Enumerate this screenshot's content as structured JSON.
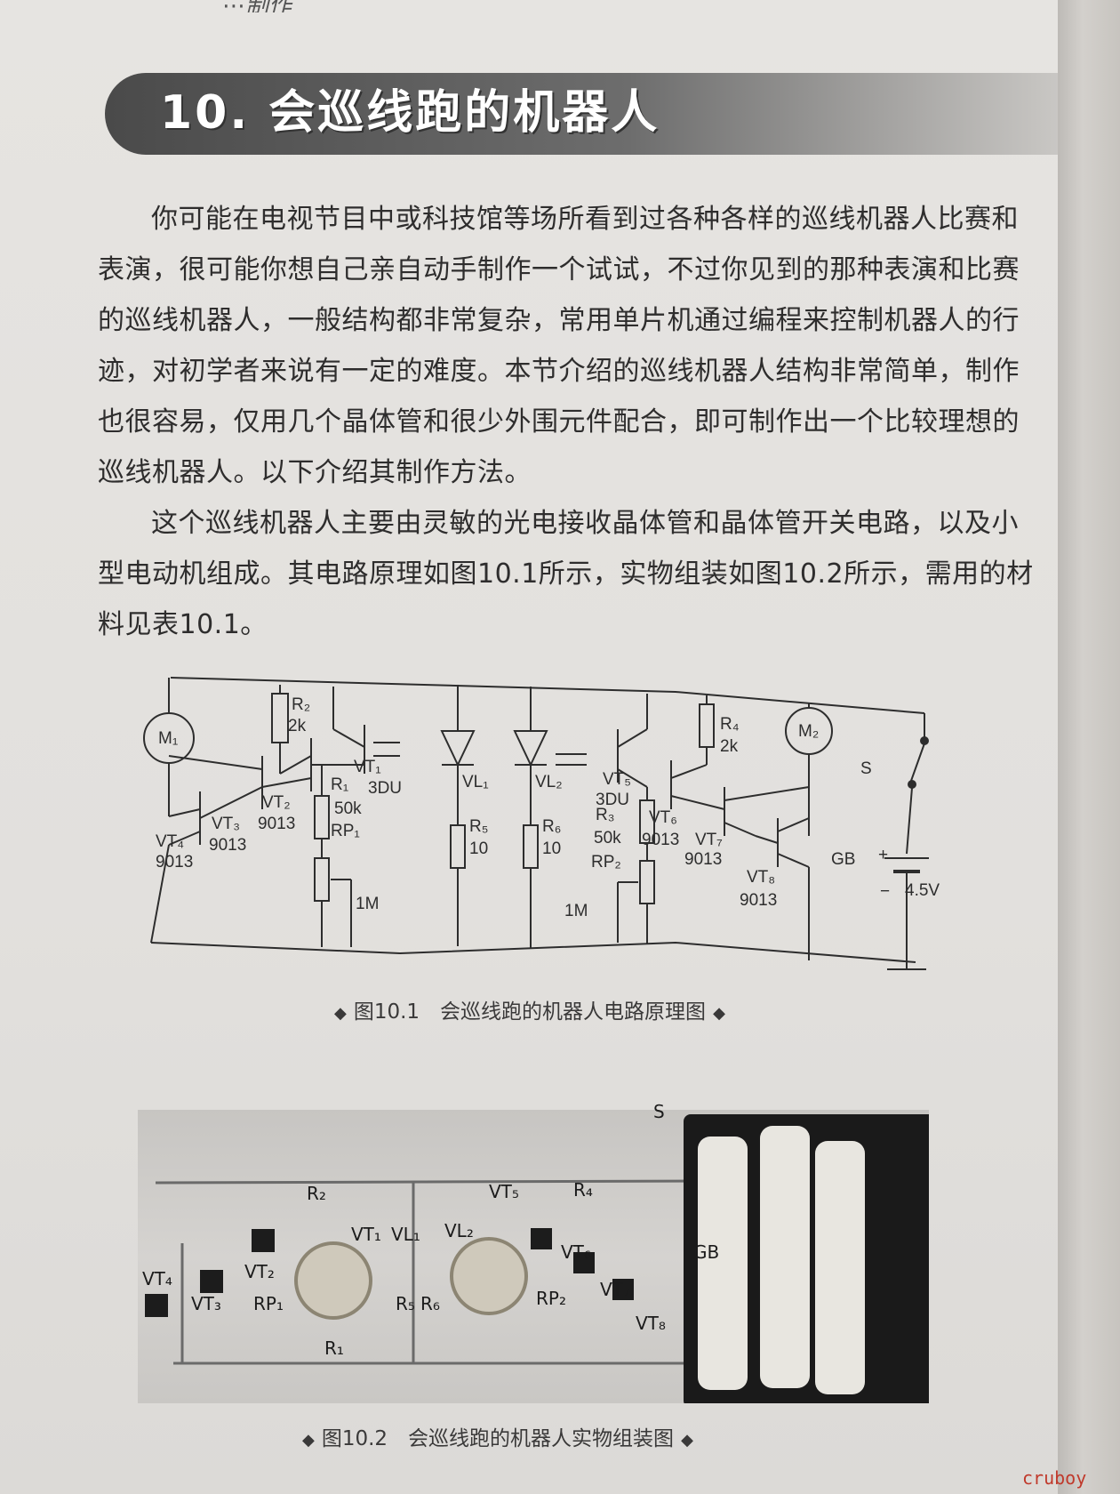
{
  "running_header": "⋯制作",
  "title": "10. 会巡线跑的机器人",
  "paragraphs": [
    "你可能在电视节目中或科技馆等场所看到过各种各样的巡线机器人比赛和表演，很可能你想自己亲自动手制作一个试试，不过你见到的那种表演和比赛的巡线机器人，一般结构都非常复杂，常用单片机通过编程来控制机器人的行迹，对初学者来说有一定的难度。本节介绍的巡线机器人结构非常简单，制作也很容易，仅用几个晶体管和很少外围元件配合，即可制作出一个比较理想的巡线机器人。以下介绍其制作方法。",
    "这个巡线机器人主要由灵敏的光电接收晶体管和晶体管开关电路，以及小型电动机组成。其电路原理如图10.1所示，实物组装如图10.2所示，需用的材料见表10.1。"
  ],
  "schematic_labels": {
    "m1": "M₁",
    "m2": "M₂",
    "r2": "R₂",
    "r2_val": "2k",
    "r4": "R₄",
    "r4_val": "2k",
    "r1": "R₁",
    "r1_val": "50k",
    "r3": "R₃",
    "r3_val": "50k",
    "rp1": "RP₁",
    "rp1_val": "1M",
    "rp2": "RP₂",
    "rp2_val": "1M",
    "r5": "R₅",
    "r5_val": "10",
    "r6": "R₆",
    "r6_val": "10",
    "vt1": "VT₁",
    "vt1_type": "3DU",
    "vt5": "VT₅",
    "vt5_type": "3DU",
    "vt2": "VT₂",
    "vt2_type": "9013",
    "vt3": "VT₃",
    "vt3_type": "9013",
    "vt4": "VT₄",
    "vt4_type": "9013",
    "vt6": "VT₆",
    "vt6_type": "9013",
    "vt7": "VT₇",
    "vt7_type": "9013",
    "vt8": "VT₈",
    "vt8_type": "9013",
    "vl1": "VL₁",
    "vl2": "VL₂",
    "switch": "S",
    "battery": "GB",
    "battery_voltage": "4.5V",
    "plus": "+",
    "minus": "−"
  },
  "caption_1": "图10.1　会巡线跑的机器人电路原理图",
  "caption_2": "图10.2　会巡线跑的机器人实物组装图",
  "photo_labels": {
    "s": "S",
    "vt5": "VT₅",
    "r4": "R₄",
    "r2": "R₂",
    "vt1": "VT₁",
    "vl1": "VL₁",
    "vl2": "VL₂",
    "vt6": "VT₆",
    "gb": "GB",
    "vt4": "VT₄",
    "vt2": "VT₂",
    "vt3": "VT₃",
    "rp1": "RP₁",
    "r5": "R₅",
    "r6": "R₆",
    "rp2": "RP₂",
    "vt7": "VT₇",
    "vt8": "VT₈",
    "r1": "R₁"
  },
  "watermark": "cruboy"
}
